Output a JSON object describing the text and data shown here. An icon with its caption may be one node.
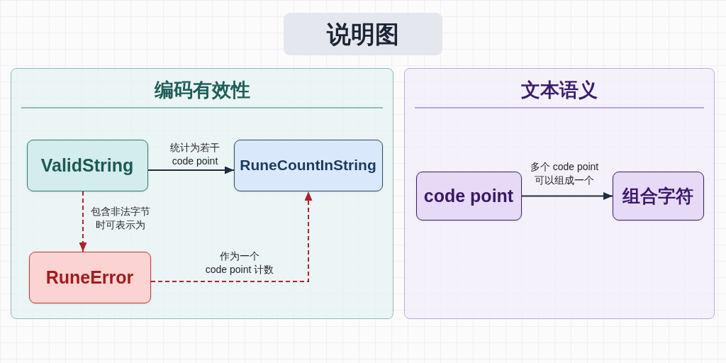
{
  "diagram": {
    "title": "说明图",
    "nodes": [
      {
        "text": [
          "编码有效性"
        ]
      },
      {
        "text": [
          "ValidString"
        ],
        "in": 0
      },
      {
        "text": [
          "RuneCountInString"
        ],
        "in": 0
      },
      {
        "text": [
          "RuneError"
        ],
        "in": 0
      },
      {
        "text": [
          "文本语义"
        ]
      },
      {
        "text": [
          "code point"
        ],
        "in": 4
      },
      {
        "text": [
          "组合字符"
        ],
        "in": 4
      }
    ],
    "edges": [
      {
        "from": 1,
        "to": 2,
        "arrow": "to",
        "label": "统计为若干 code point"
      },
      {
        "from": 1,
        "to": 3,
        "arrow": "to",
        "label": "包含非法字节时可表示为",
        "style": "dashed",
        "color": "#b3202a"
      },
      {
        "from": 3,
        "to": 2,
        "arrow": "to",
        "label": "作为一个 code point 计数",
        "style": "dashed",
        "color": "#b3202a"
      },
      {
        "from": 5,
        "to": 6,
        "arrow": "to",
        "label": "多个 code point 可以组成一个"
      }
    ]
  }
}
